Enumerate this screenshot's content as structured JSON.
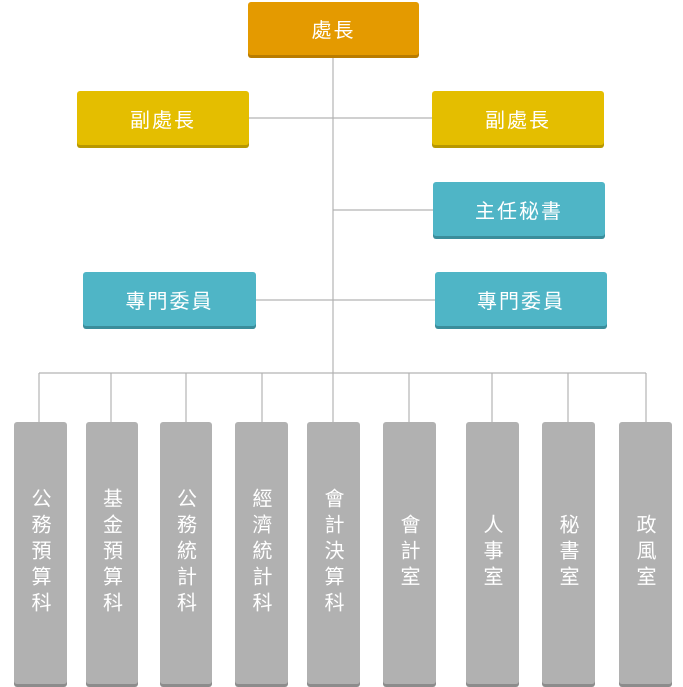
{
  "director": "處長",
  "deputies": [
    "副處長",
    "副處長"
  ],
  "chief_secretary": "主任秘書",
  "specialists": [
    "專門委員",
    "專門委員"
  ],
  "units": [
    "公務預算科",
    "基金預算科",
    "公務統計科",
    "經濟統計科",
    "會計決算科",
    "會計室",
    "人事室",
    "秘書室",
    "政風室"
  ],
  "colors": {
    "director": "#e49a00",
    "deputy": "#e4be00",
    "staff": "#4fb5c6",
    "unit": "#b1b1b1",
    "connector": "#b3b3b3"
  }
}
